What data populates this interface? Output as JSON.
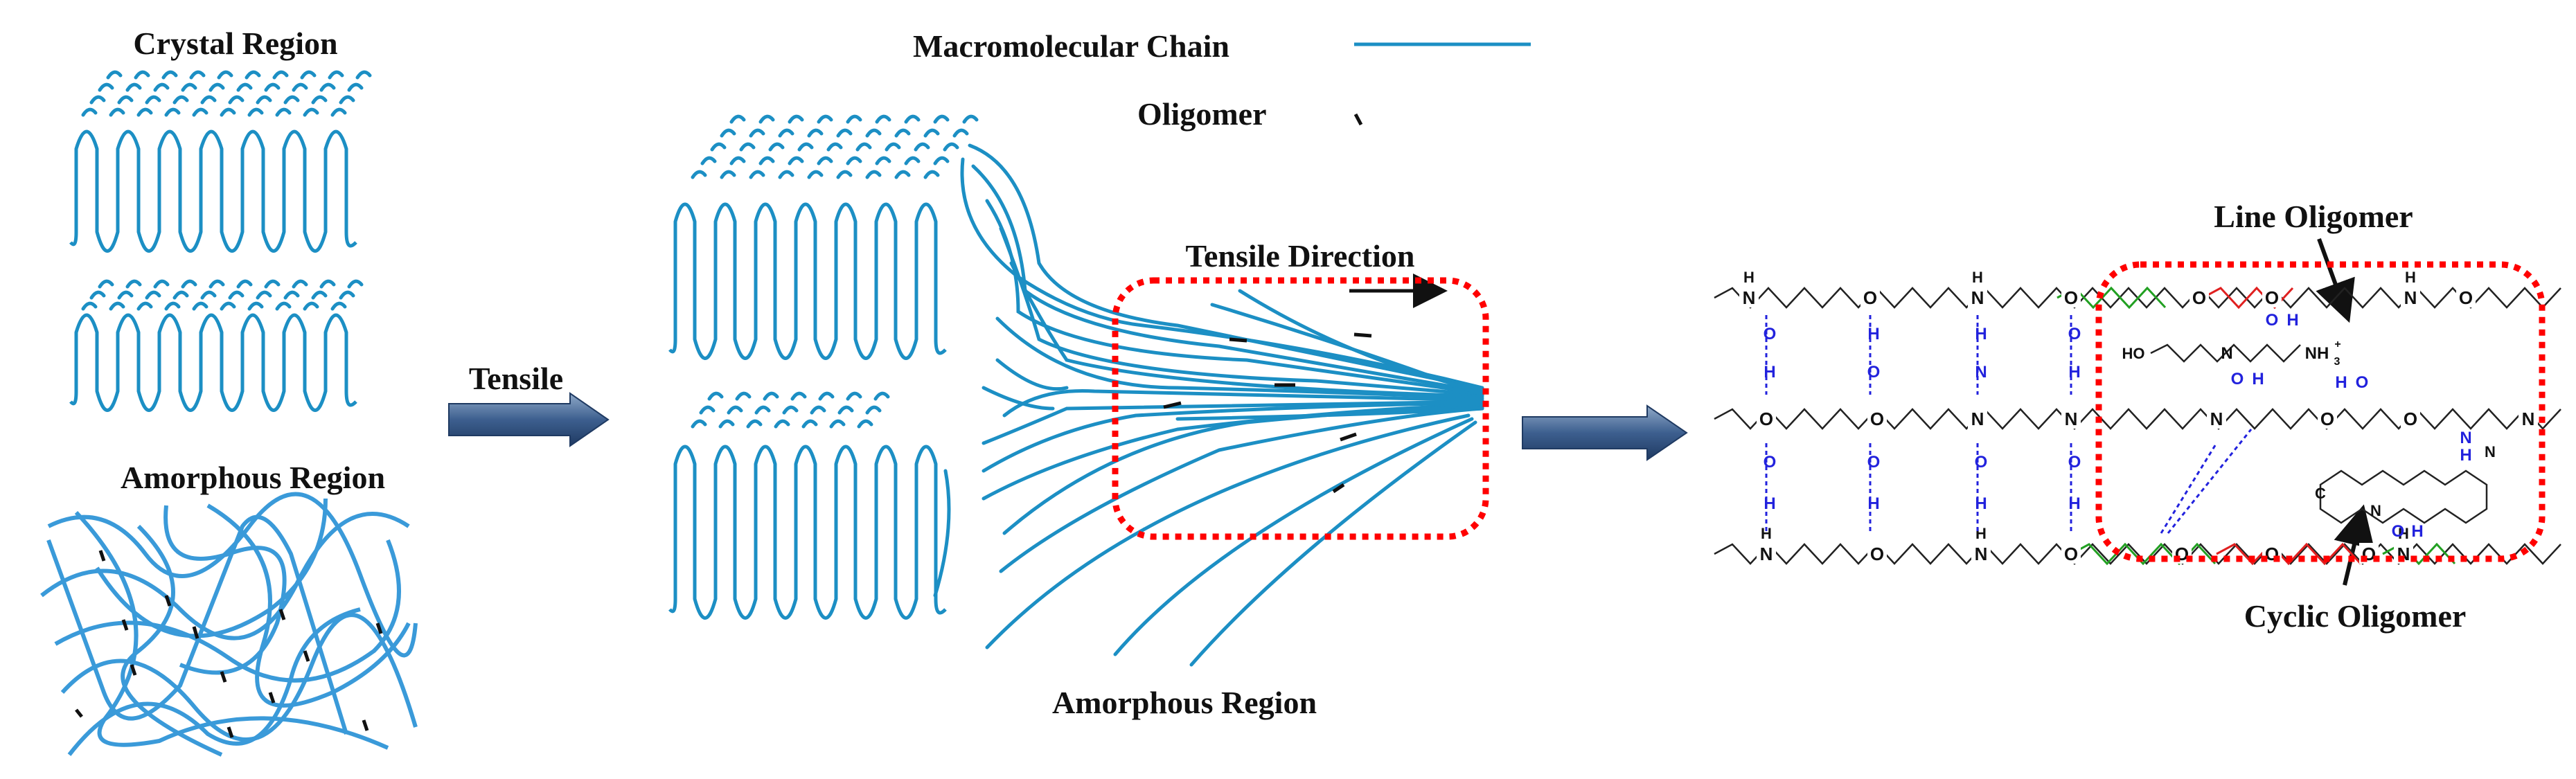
{
  "labels": {
    "crystal_region": "Crystal Region",
    "amorphous_region_left": "Amorphous Region",
    "tensile": "Tensile",
    "tensile_direction": "Tensile Direction",
    "amorphous_region_center": "Amorphous Region",
    "line_oligomer": "Line Oligomer",
    "cyclic_oligomer": "Cyclic Oligomer"
  },
  "legend": {
    "macromolecular_chain": "Macromolecular Chain",
    "oligomer": "Oligomer"
  },
  "chem_labels": {
    "H": "H",
    "N": "N",
    "O": "O",
    "HO": "HO",
    "C": "C",
    "NH3": "NH",
    "plus": "+",
    "sub3": "3"
  },
  "colors": {
    "chain": "#1c8fc4",
    "oligomer": "#111111",
    "dashed_box": "#ff0000",
    "arrow": "#2c4a73",
    "hbond": "#2222dd",
    "ester_green": "#22a022",
    "ester_red": "#e02020"
  }
}
